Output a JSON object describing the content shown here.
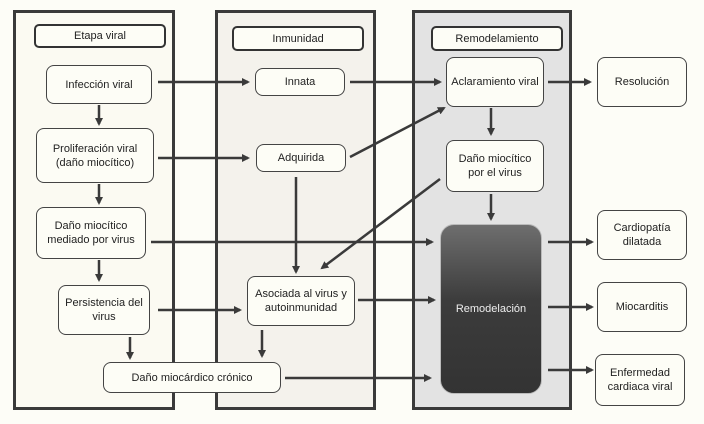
{
  "columns": {
    "viral_stage": "Etapa viral",
    "immunity": "Inmunidad",
    "remodeling": "Remodelamiento"
  },
  "nodes": {
    "infeccion_viral": "Infección viral",
    "proliferacion_viral": "Proliferación viral (daño miocítico)",
    "dano_miocitico_mediado": "Daño miocítico mediado por virus",
    "persistencia_virus": "Persistencia del virus",
    "dano_miocardico_cronico": "Daño miocárdico crónico",
    "innata": "Innata",
    "adquirida": "Adquirida",
    "asociada_virus": "Asociada al virus y autoinmunidad",
    "aclaramiento_viral": "Aclaramiento viral",
    "dano_miocitico_virus": "Daño miocítico por el virus",
    "remodelacion": "Remodelación",
    "resolucion": "Resolución",
    "cardiopatia_dilatada": "Cardiopatía dilatada",
    "miocarditis": "Miocarditis",
    "enfermedad_cardiaca_viral": "Enfermedad cardiaca viral"
  },
  "edges": [
    [
      "infeccion_viral",
      "innata"
    ],
    [
      "infeccion_viral",
      "proliferacion_viral"
    ],
    [
      "proliferacion_viral",
      "adquirida"
    ],
    [
      "proliferacion_viral",
      "dano_miocitico_mediado"
    ],
    [
      "dano_miocitico_mediado",
      "persistencia_virus"
    ],
    [
      "dano_miocitico_mediado",
      "remodelacion"
    ],
    [
      "persistencia_virus",
      "asociada_virus"
    ],
    [
      "persistencia_virus",
      "dano_miocardico_cronico"
    ],
    [
      "innata",
      "aclaramiento_viral"
    ],
    [
      "adquirida",
      "aclaramiento_viral"
    ],
    [
      "adquirida",
      "asociada_virus"
    ],
    [
      "asociada_virus",
      "dano_miocardico_cronico"
    ],
    [
      "asociada_virus",
      "remodelacion"
    ],
    [
      "dano_miocitico_virus",
      "asociada_virus"
    ],
    [
      "aclaramiento_viral",
      "dano_miocitico_virus"
    ],
    [
      "aclaramiento_viral",
      "resolucion"
    ],
    [
      "dano_miocitico_virus",
      "remodelacion"
    ],
    [
      "dano_miocardico_cronico",
      "remodelacion"
    ],
    [
      "remodelacion",
      "cardiopatia_dilatada"
    ],
    [
      "remodelacion",
      "miocarditis"
    ],
    [
      "remodelacion",
      "enfermedad_cardiaca_viral"
    ]
  ]
}
